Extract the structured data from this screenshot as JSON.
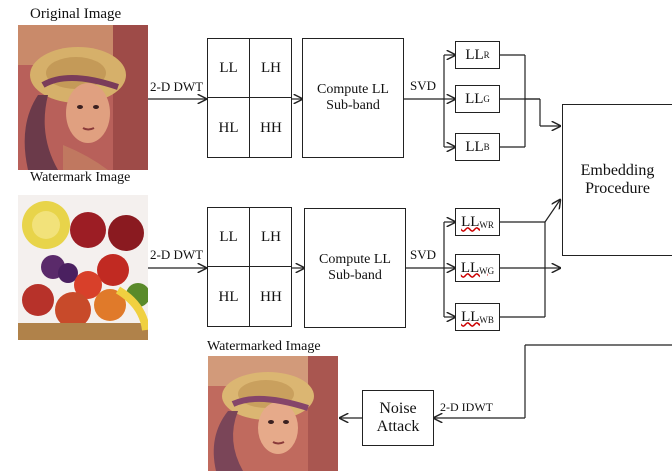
{
  "labels": {
    "original_image": "Original Image",
    "watermark_image": "Watermark Image",
    "watermarked_image": "Watermarked Image",
    "dwt_top": "2-D DWT",
    "dwt_bottom": "2-D DWT",
    "idwt": "2-D IDWT",
    "svd_top": "SVD",
    "svd_bottom": "SVD"
  },
  "grid_top": {
    "ll": "LL",
    "lh": "LH",
    "hl": "HL",
    "hh": "HH"
  },
  "grid_bottom": {
    "ll": "LL",
    "lh": "LH",
    "hl": "HL",
    "hh": "HH"
  },
  "compute_top": {
    "line1": "Compute LL",
    "line2": "Sub-band"
  },
  "compute_bottom": {
    "line1": "Compute LL",
    "line2": "Sub-band"
  },
  "ll_top": [
    {
      "main": "LL",
      "sub": "R"
    },
    {
      "main": "LL",
      "sub": "G"
    },
    {
      "main": "LL",
      "sub": "B"
    }
  ],
  "ll_bottom": [
    {
      "main": "LL",
      "sub": "WR"
    },
    {
      "main": "LL",
      "sub": "WG"
    },
    {
      "main": "LL",
      "sub": "WB"
    }
  ],
  "embedding": {
    "line1": "Embedding",
    "line2": "Procedure"
  },
  "noise": {
    "line1": "Noise",
    "line2": "Attack"
  },
  "colors": {
    "line": "#222222",
    "skin": "#d98a6e",
    "hat": "#c9a24a",
    "lemon": "#e8d44a"
  }
}
